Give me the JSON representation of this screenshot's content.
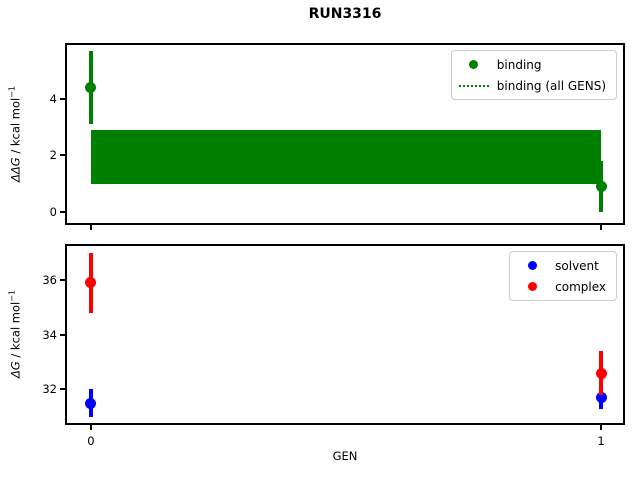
{
  "figure": {
    "title": "RUN3316"
  },
  "chart_data": [
    {
      "type": "scatter",
      "subplot": "top",
      "title": "RUN3316",
      "xlabel": "",
      "ylabel": "ΔΔG / kcal mol⁻¹",
      "ylabel_math": "ΔΔG",
      "ylabel_unit": " / kcal mol",
      "ylabel_sup": "−1",
      "x": [
        0,
        1
      ],
      "xlim": [
        -0.047,
        1.043
      ],
      "ylim": [
        -0.39,
        5.91
      ],
      "yticks": [
        0,
        2,
        4
      ],
      "xticks": [
        0,
        1
      ],
      "show_xtick_labels": false,
      "grid": false,
      "series": [
        {
          "name": "binding",
          "color": "#008000",
          "marker": "circle",
          "y": [
            4.4,
            0.9
          ],
          "yerr": [
            1.3,
            0.9
          ]
        }
      ],
      "band": {
        "name": "binding (all GENS)",
        "color": "#008000",
        "x_range": [
          0,
          1
        ],
        "y_low": 1.0,
        "y_high": 2.9,
        "legend_marker": "dotted-line"
      },
      "legend_position": "upper-right"
    },
    {
      "type": "scatter",
      "subplot": "bottom",
      "title": "",
      "xlabel": "GEN",
      "ylabel": "ΔG / kcal mol⁻¹",
      "ylabel_math": "ΔG",
      "ylabel_unit": " / kcal mol",
      "ylabel_sup": "−1",
      "x": [
        0,
        1
      ],
      "xlim": [
        -0.047,
        1.043
      ],
      "ylim": [
        30.77,
        37.25
      ],
      "yticks": [
        32,
        34,
        36
      ],
      "xticks": [
        0,
        1
      ],
      "show_xtick_labels": true,
      "grid": false,
      "series": [
        {
          "name": "solvent",
          "color": "#0000ff",
          "marker": "circle",
          "y": [
            31.5,
            31.7
          ],
          "yerr": [
            0.5,
            0.4
          ]
        },
        {
          "name": "complex",
          "color": "#ff0000",
          "marker": "circle",
          "y": [
            35.9,
            32.6
          ],
          "yerr": [
            1.1,
            0.8
          ]
        }
      ],
      "legend_position": "upper-right"
    }
  ]
}
